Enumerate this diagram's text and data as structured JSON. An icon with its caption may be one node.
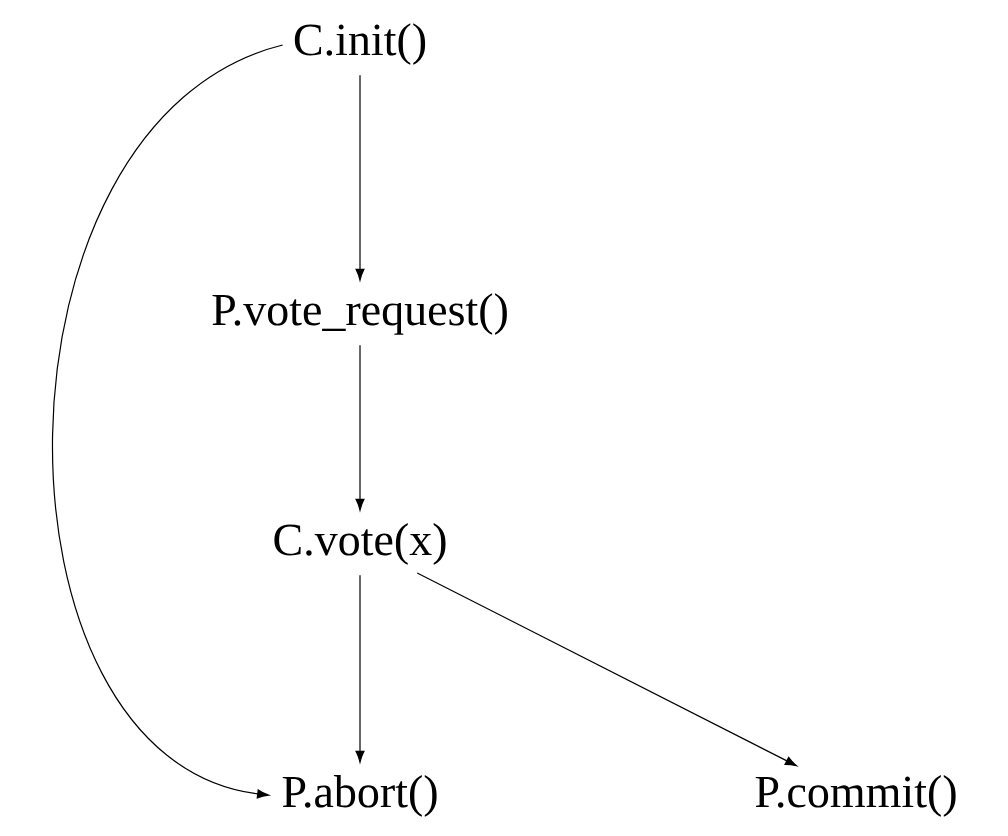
{
  "diagram": {
    "nodes": [
      {
        "text": [
          "C.init()"
        ]
      },
      {
        "text": [
          "P.vote_request()"
        ]
      },
      {
        "text": [
          "C.vote(x)"
        ]
      },
      {
        "text": [
          "P.abort()"
        ]
      },
      {
        "text": [
          "P.commit()"
        ]
      }
    ],
    "edges": [
      {
        "from": 0,
        "to": 1,
        "arrow": "to"
      },
      {
        "from": 1,
        "to": 2,
        "arrow": "to"
      },
      {
        "from": 2,
        "to": 3,
        "arrow": "to"
      },
      {
        "from": 2,
        "to": 4,
        "arrow": "to"
      },
      {
        "from": 0,
        "to": 3,
        "arrow": "to"
      }
    ]
  }
}
